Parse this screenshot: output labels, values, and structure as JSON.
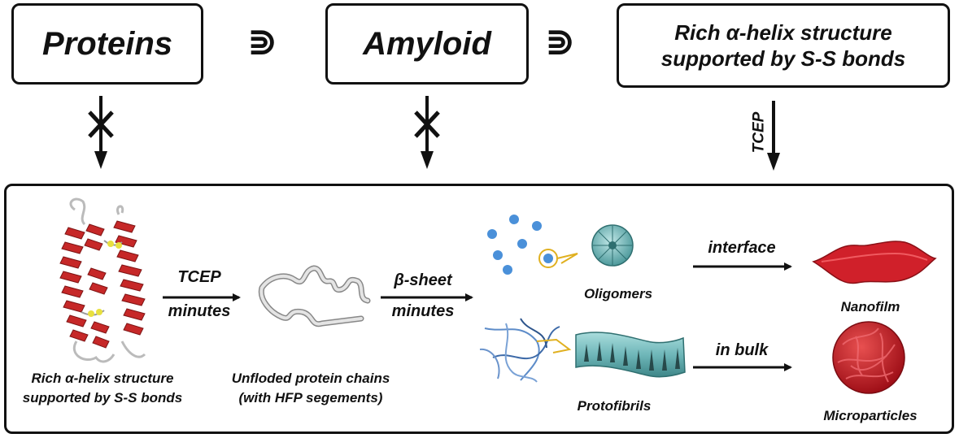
{
  "top": {
    "proteins": "Proteins",
    "amyloid": "Amyloid",
    "rich_helix": [
      "Rich α-helix structure",
      "supported by S-S  bonds"
    ],
    "subset_symbol": "⋑"
  },
  "arrows": {
    "tcep_vertical": "TCEP"
  },
  "panel": {
    "helix_caption": [
      "Rich α-helix structure",
      "supported by S-S bonds"
    ],
    "step1_top": "TCEP",
    "step1_bottom": "minutes",
    "unfolded_caption": [
      "Unfloded protein chains",
      "(with HFP segements)"
    ],
    "step2_top": "β-sheet",
    "step2_bottom": "minutes",
    "oligomers": "Oligomers",
    "protofibrils": "Protofibrils",
    "interface": "interface",
    "in_bulk": "in bulk",
    "nanofilm": "Nanofilm",
    "microparticles": "Microparticles"
  },
  "colors": {
    "helix_red": "#c62828",
    "oligomer_blue": "#4a90d9",
    "teal": "#6fb7b9",
    "accent_yellow": "#e0b020",
    "product_red": "#d0202a"
  }
}
